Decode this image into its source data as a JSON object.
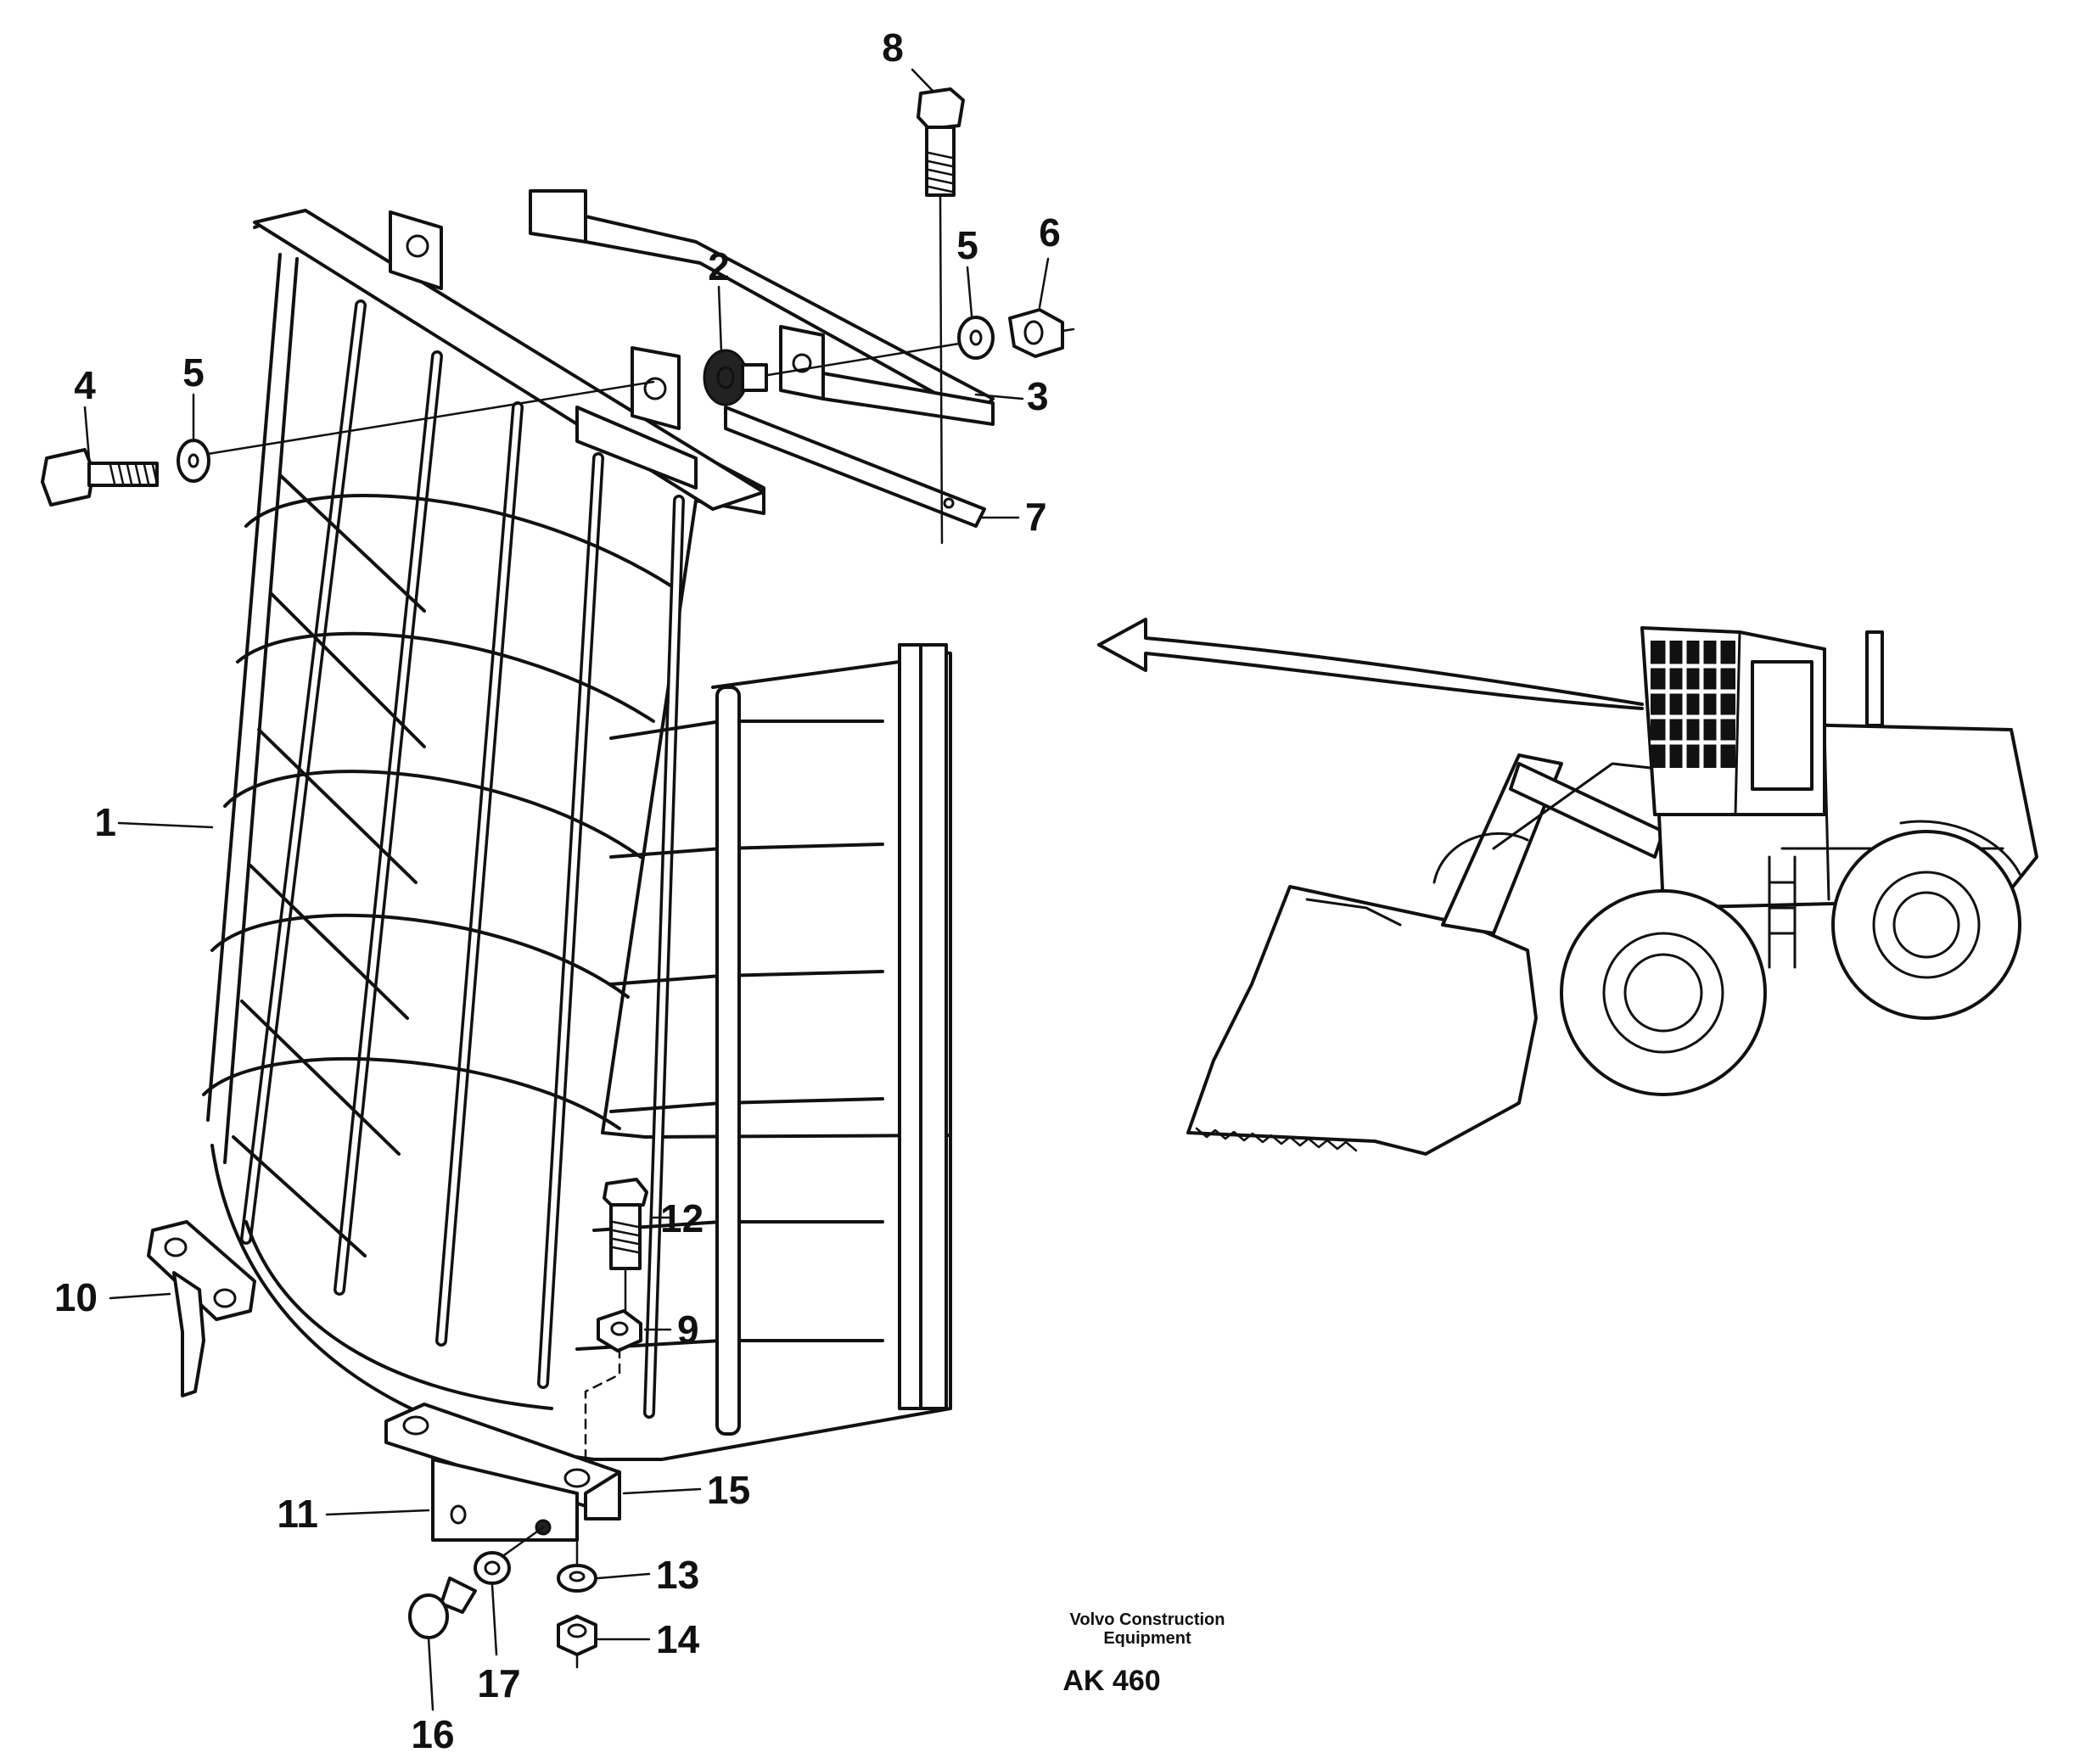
{
  "callouts": [
    {
      "label": "1"
    },
    {
      "label": "2"
    },
    {
      "label": "3"
    },
    {
      "label": "4"
    },
    {
      "label": "5"
    },
    {
      "label": "5"
    },
    {
      "label": "6"
    },
    {
      "label": "7"
    },
    {
      "label": "8"
    },
    {
      "label": "9"
    },
    {
      "label": "10"
    },
    {
      "label": "11"
    },
    {
      "label": "12"
    },
    {
      "label": "13"
    },
    {
      "label": "14"
    },
    {
      "label": "15"
    },
    {
      "label": "16"
    },
    {
      "label": "17"
    }
  ],
  "caption": {
    "brand_line1": "Volvo Construction",
    "brand_line2": "Equipment",
    "code": "AK 460"
  }
}
